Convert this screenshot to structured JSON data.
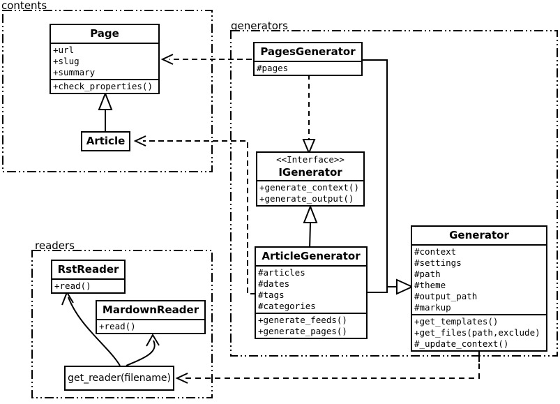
{
  "diagram": {
    "background_color": "#ffffff",
    "line_color": "#000000",
    "kind": "uml-class-diagram"
  },
  "packages": [
    {
      "label": "contents"
    },
    {
      "label": "generators"
    },
    {
      "label": "readers"
    }
  ],
  "classes": {
    "page": {
      "title": "Page",
      "attributes": [
        "+url",
        "+slug",
        "+summary"
      ],
      "methods": [
        "+check_properties()"
      ]
    },
    "article": {
      "title": "Article"
    },
    "pages_generator": {
      "title": "PagesGenerator",
      "attributes": [
        "#pages"
      ]
    },
    "igenerator": {
      "stereotype": "<<Interface>>",
      "title": "IGenerator",
      "methods": [
        "+generate_context()",
        "+generate_output()"
      ]
    },
    "article_generator": {
      "title": "ArticleGenerator",
      "attributes": [
        "#articles",
        "#dates",
        "#tags",
        "#categories"
      ],
      "methods": [
        "+generate_feeds()",
        "+generate_pages()"
      ]
    },
    "generator": {
      "title": "Generator",
      "attributes": [
        "#context",
        "#settings",
        "#path",
        "#theme",
        "#output_path",
        "#markup"
      ],
      "methods": [
        "+get_templates()",
        "+get_files(path,exclude)",
        "#_update_context()"
      ]
    },
    "rst_reader": {
      "title": "RstReader",
      "methods": [
        "+read()"
      ]
    },
    "mardown_reader": {
      "title": "MardownReader",
      "methods": [
        "+read()"
      ]
    },
    "get_reader": {
      "label": "get_reader(filename)"
    }
  },
  "relationships": [
    {
      "from": "Article",
      "to": "Page",
      "type": "generalization"
    },
    {
      "from": "PagesGenerator",
      "to": "Page",
      "type": "dependency"
    },
    {
      "from": "PagesGenerator",
      "to": "IGenerator",
      "type": "realization"
    },
    {
      "from": "PagesGenerator",
      "to": "Generator",
      "type": "generalization"
    },
    {
      "from": "ArticleGenerator",
      "to": "IGenerator",
      "type": "generalization"
    },
    {
      "from": "ArticleGenerator",
      "to": "Article",
      "type": "dependency"
    },
    {
      "from": "ArticleGenerator",
      "to": "Generator",
      "type": "generalization"
    },
    {
      "from": "Generator",
      "to": "get_reader(filename)",
      "type": "dependency"
    },
    {
      "from": "get_reader(filename)",
      "to": "RstReader",
      "type": "arrow"
    },
    {
      "from": "get_reader(filename)",
      "to": "MardownReader",
      "type": "arrow"
    }
  ]
}
